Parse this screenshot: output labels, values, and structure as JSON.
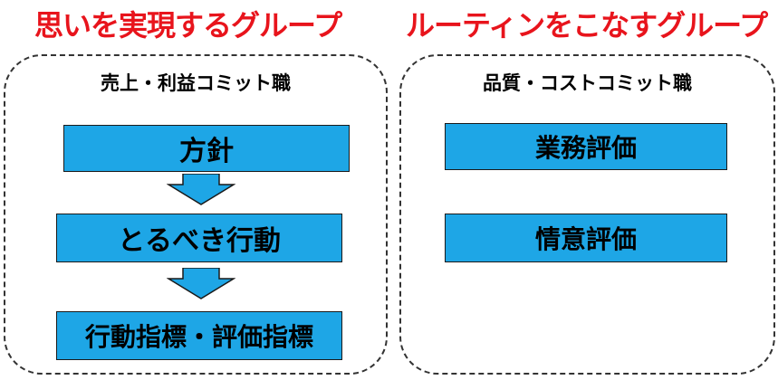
{
  "headings": {
    "left": "思いを実現するグループ",
    "right": "ルーティンをこなすグループ"
  },
  "panels": {
    "left": {
      "title": "売上・利益コミット職",
      "steps": [
        "方針",
        "とるべき行動",
        "行動指標・評価指標"
      ]
    },
    "right": {
      "title": "品質・コストコミット職",
      "items": [
        "業務評価",
        "情意評価"
      ]
    }
  },
  "colors": {
    "heading": "#e8141c",
    "box_fill": "#1ea6e6",
    "box_border": "#1a1a1a",
    "arrow_fill": "#1ea6e6",
    "panel_border": "#333333"
  },
  "icons": {
    "flow_arrow": "down-arrow-icon"
  }
}
